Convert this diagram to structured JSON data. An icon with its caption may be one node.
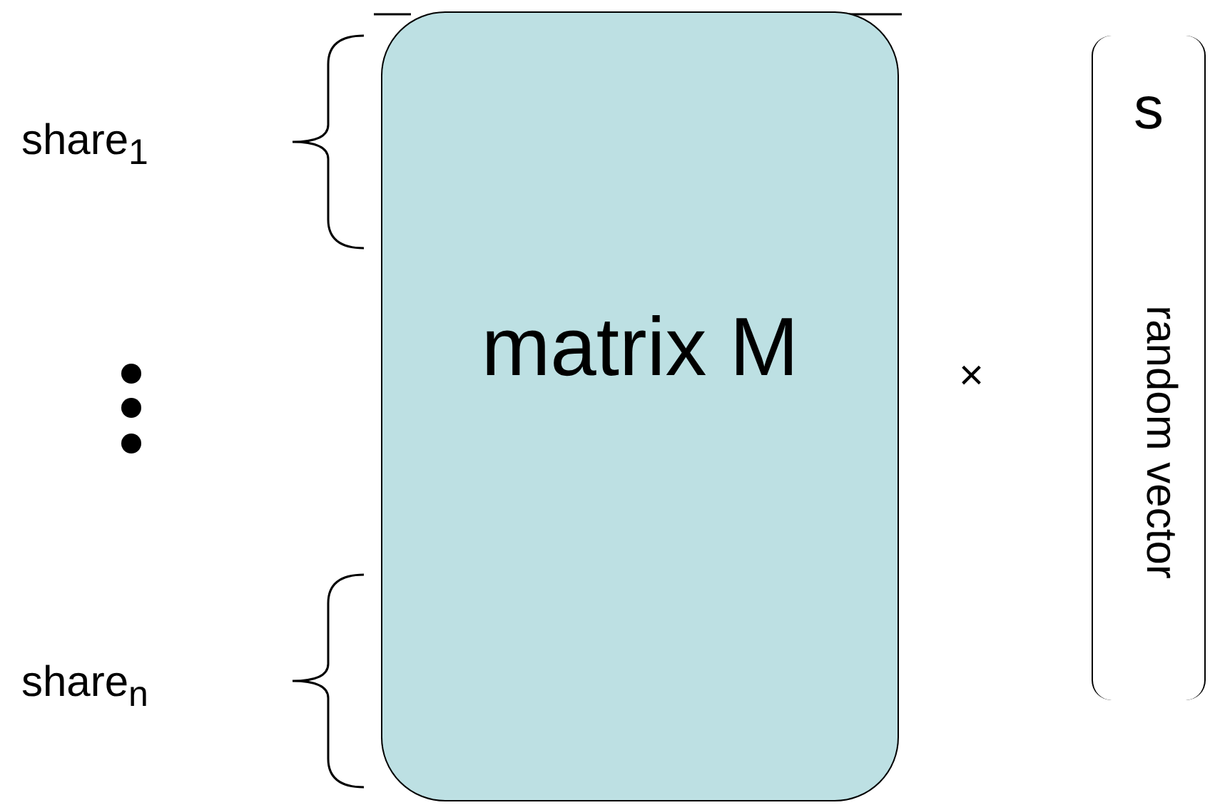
{
  "diagram": {
    "nodes": [
      {
        "text": [
          "matrix M"
        ]
      },
      {
        "text": [
          "s",
          "random vector"
        ]
      }
    ],
    "labels": [
      "share$_{1}$",
      "share$_{n}$",
      "×"
    ]
  }
}
